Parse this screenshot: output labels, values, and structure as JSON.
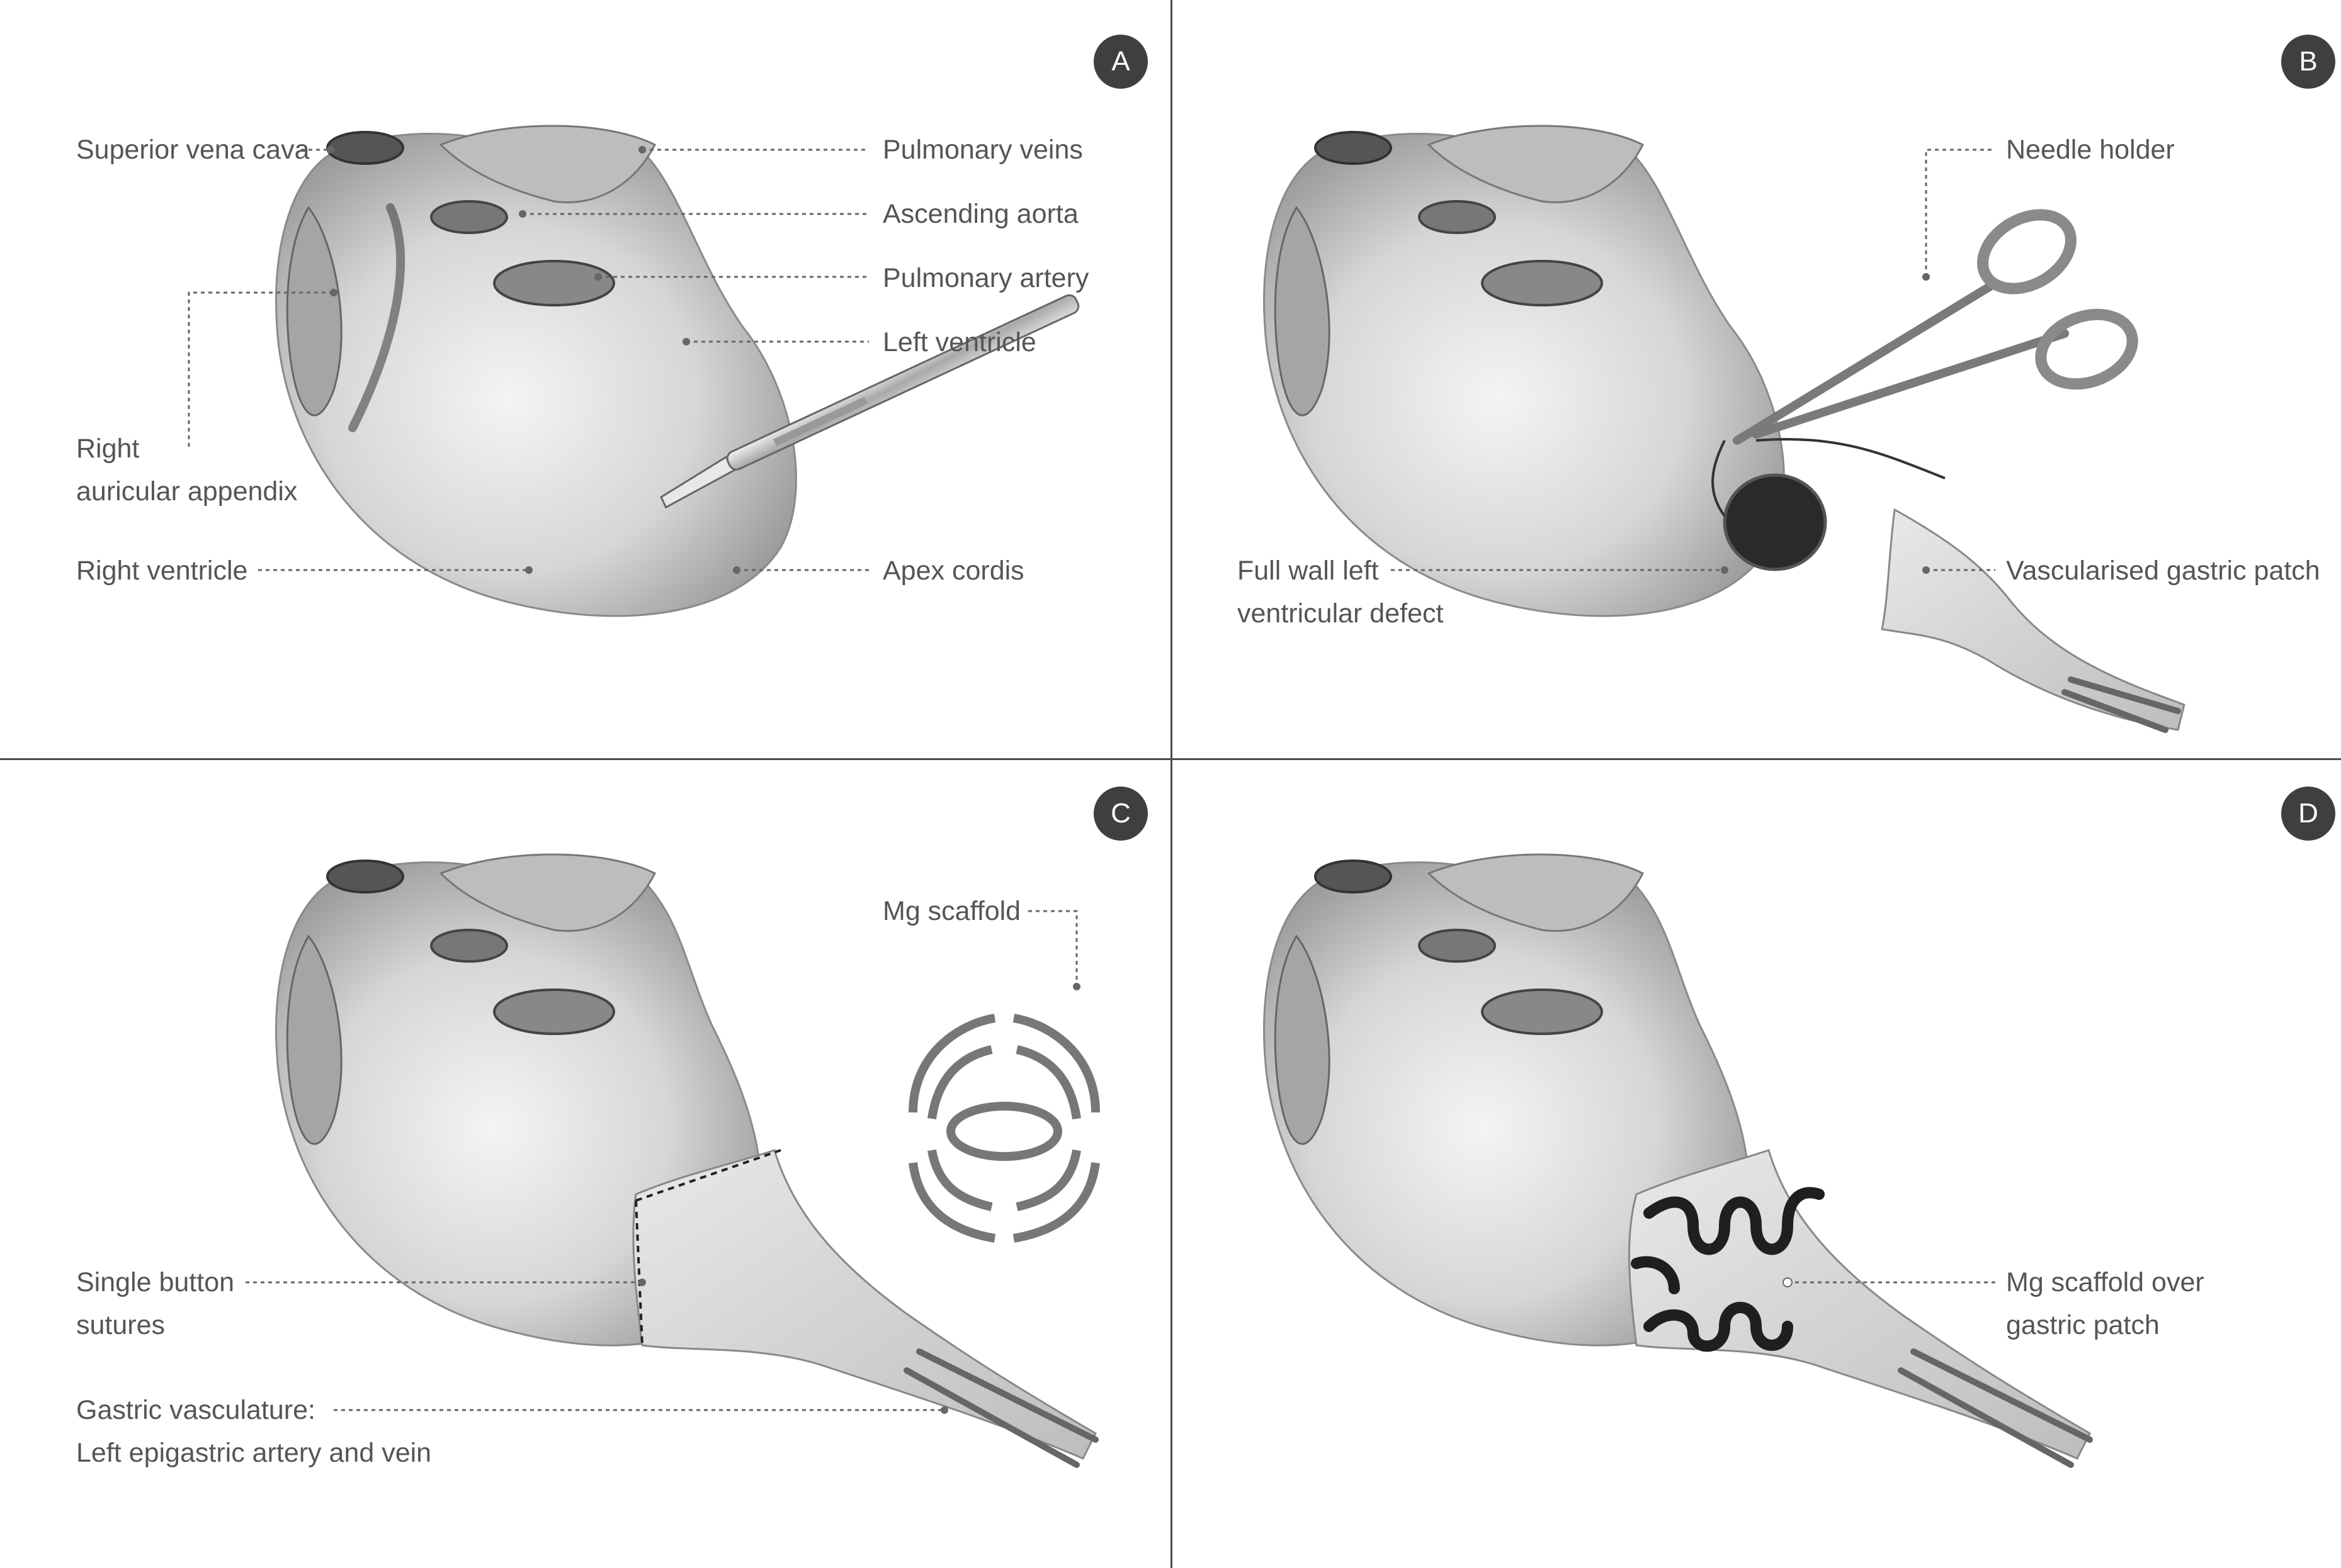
{
  "panels": {
    "a": {
      "badge": "A",
      "labels": {
        "superior_vena_cava": "Superior vena cava",
        "pulmonary_veins": "Pulmonary veins",
        "ascending_aorta": "Ascending aorta",
        "pulmonary_artery": "Pulmonary artery",
        "left_ventricle": "Left ventricle",
        "right_auricular_1": "Right",
        "right_auricular_2": "auricular appendix",
        "right_ventricle": "Right ventricle",
        "apex_cordis": "Apex cordis"
      }
    },
    "b": {
      "badge": "B",
      "labels": {
        "needle_holder": "Needle holder",
        "defect_1": "Full wall left",
        "defect_2": "ventricular defect",
        "gastric_patch": "Vascularised gastric patch"
      }
    },
    "c": {
      "badge": "C",
      "labels": {
        "mg_scaffold": "Mg scaffold",
        "sutures_1": "Single button",
        "sutures_2": "sutures",
        "vasculature_1": "Gastric vasculature:",
        "vasculature_2": "Left epigastric artery and vein"
      }
    },
    "d": {
      "badge": "D",
      "labels": {
        "scaffold_over_1": "Mg scaffold over",
        "scaffold_over_2": "gastric patch"
      }
    }
  },
  "colors": {
    "divider": "#4d4d4d",
    "badge_bg": "#3f3f3f",
    "label_text": "#555555",
    "leader": "#666666"
  }
}
